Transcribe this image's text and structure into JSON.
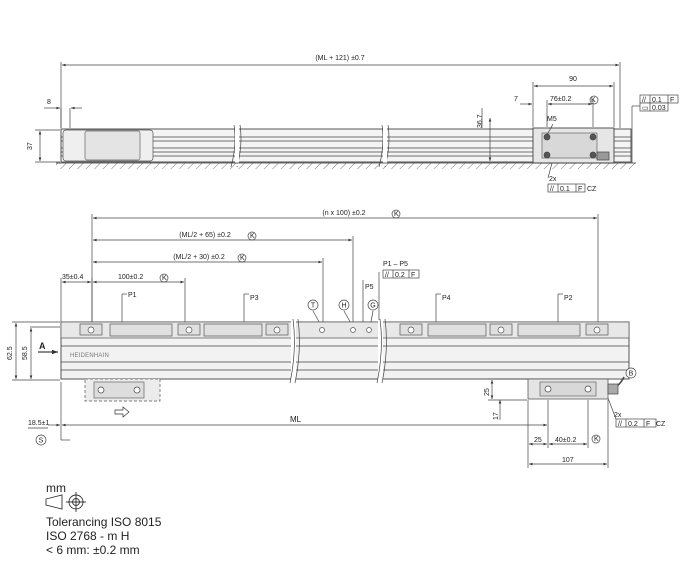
{
  "top_view": {
    "overall_length": "(ML + 121) ±0.7",
    "left_offset": "8",
    "height": "37",
    "profile_height": "36.7",
    "readhead_width": "90",
    "hole_spacing": "76±0.2",
    "hole_offset": "7",
    "thread": "M5",
    "multiplier": "2x",
    "tolerance_parallel": "0.1",
    "tolerance_flat": "0.03",
    "datum_f": "F",
    "datum_cz": "CZ",
    "k_symbol": "K"
  },
  "front_view": {
    "pitch": "(n x 100) ±0.2",
    "half_ml_65": "(ML/2 + 65) ±0.2",
    "half_ml_30": "(ML/2 + 30) ±0.2",
    "p_range": "P1 – P5",
    "p_tolerance": "0.2",
    "datum_f": "F",
    "left_offset": "35±0.4",
    "spacing": "100±0.2",
    "points": {
      "p1": "P1",
      "p2": "P2",
      "p3": "P3",
      "p4": "P4",
      "p5": "P5"
    },
    "markers": {
      "t": "T",
      "h": "H",
      "g": "G",
      "b": "B",
      "s": "S"
    },
    "height_total": "62.5",
    "height_inner": "58.5",
    "view_a": "A",
    "brand": "HEIDENHAIN",
    "ml": "ML",
    "left_gap": "18.5±1",
    "dim_25_v": "25",
    "dim_17": "17",
    "dim_25_h": "25",
    "dim_40": "40±0.2",
    "dim_107": "107",
    "multiplier": "2x",
    "cz_tolerance": "0.2",
    "datum_cz": "CZ",
    "k_symbol": "K"
  },
  "notes": {
    "unit": "mm",
    "tolerancing": "Tolerancing ISO 8015",
    "iso": "ISO 2768 - m H",
    "limit": "< 6 mm: ±0.2 mm"
  }
}
